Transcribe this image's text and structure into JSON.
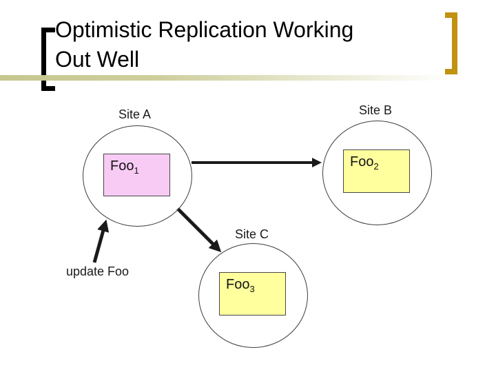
{
  "slide": {
    "title": {
      "line1": "Optimistic Replication Working",
      "line2": "Out Well"
    }
  },
  "decorations": {
    "left_bracket_color": "#000000",
    "right_bracket_color": "#C19210",
    "rule_color": "#C6C68F"
  },
  "diagram": {
    "sites": [
      {
        "label": "Site A",
        "box_label": "Foo",
        "box_subscript": "1",
        "box_fill": "#F8CBF5"
      },
      {
        "label": "Site B",
        "box_label": "Foo",
        "box_subscript": "2",
        "box_fill": "#FFFF9E"
      },
      {
        "label": "Site C",
        "box_label": "Foo",
        "box_subscript": "3",
        "box_fill": "#FFFF9E"
      }
    ],
    "annotation_label": "update Foo",
    "arrows": [
      {
        "from": "site-a",
        "to": "site-b"
      },
      {
        "from": "site-a",
        "to": "site-c"
      },
      {
        "from": "update-foo-label",
        "to": "site-a"
      }
    ],
    "arrow_color": "#1a1a1a"
  }
}
